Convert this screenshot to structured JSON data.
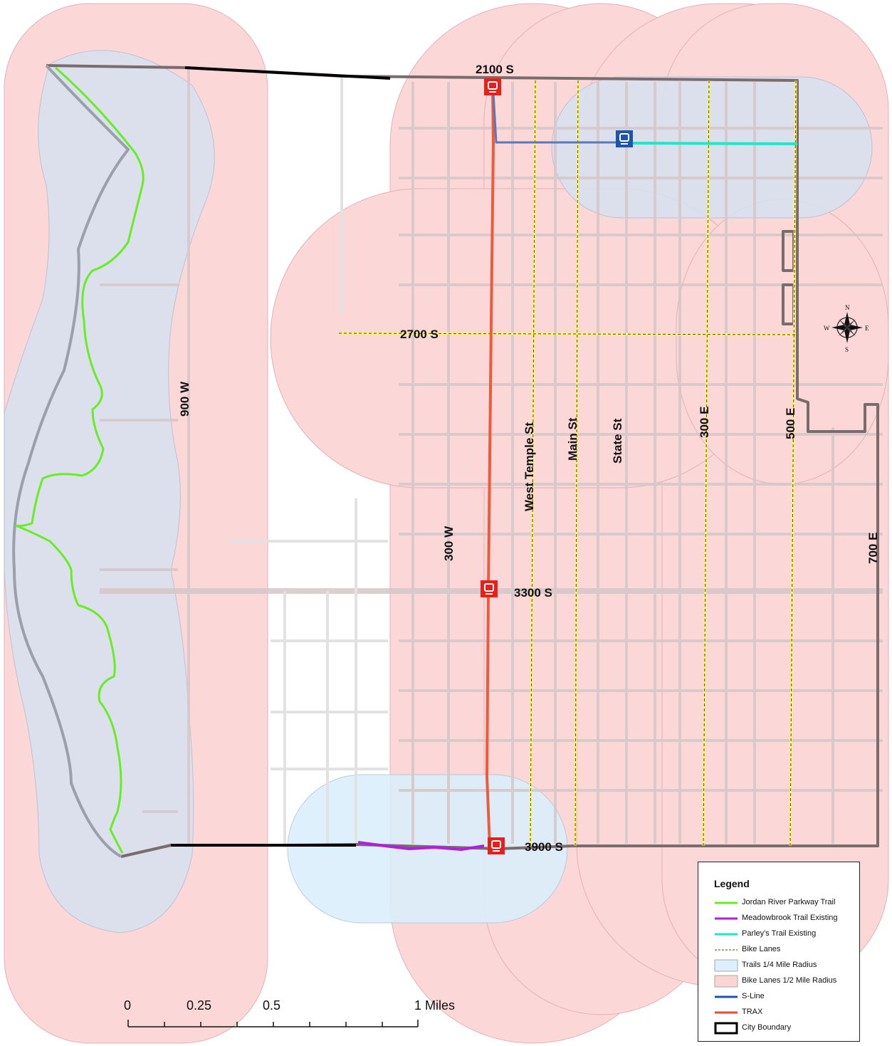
{
  "roads": {
    "s2100": "2100 S",
    "s2700": "2700 S",
    "s3300": "3300 S",
    "s3900": "3900 S",
    "w900": "900 W",
    "w300": "300 W",
    "west_temple": "West Temple St",
    "main": "Main St",
    "state": "State St",
    "e300": "300 E",
    "e500": "500 E",
    "e700": "700 E"
  },
  "compass": {
    "n": "N",
    "s": "S",
    "e": "E",
    "w": "W"
  },
  "scale_bar": {
    "ticks": [
      "0",
      "0.25",
      "0.5",
      "1 Miles"
    ]
  },
  "legend": {
    "title": "Legend",
    "items": [
      {
        "label": "Jordan River Parkway Trail",
        "color": "#66ee22",
        "symbol": "line"
      },
      {
        "label": "Meadowbrook Trail Existing",
        "color": "#b01ee0",
        "symbol": "line"
      },
      {
        "label": "Parley's Trail Existing",
        "color": "#22e6c8",
        "symbol": "line"
      },
      {
        "label": "Bike Lanes",
        "color": "#4a4a00",
        "symbol": "dash"
      },
      {
        "label": "Trails 1/4 Mile Radius",
        "color": "#dcefff",
        "symbol": "box"
      },
      {
        "label": "Bike Lanes 1/2 Mile Radius",
        "color": "#fbd5d6",
        "symbol": "box"
      },
      {
        "label": "S-Line",
        "color": "#1f55a8",
        "symbol": "line"
      },
      {
        "label": "TRAX",
        "color": "#ee4a2a",
        "symbol": "line"
      },
      {
        "label": "City Boundary",
        "color": "#000000",
        "symbol": "outline"
      }
    ]
  },
  "colors": {
    "bike_buffer": "#fbd5d6",
    "trail_buffer": "#dcefff",
    "street": "#d9d9d9",
    "boundary": "#111111",
    "trax_station": "#e8201a",
    "sline_station": "#1f55a8"
  }
}
